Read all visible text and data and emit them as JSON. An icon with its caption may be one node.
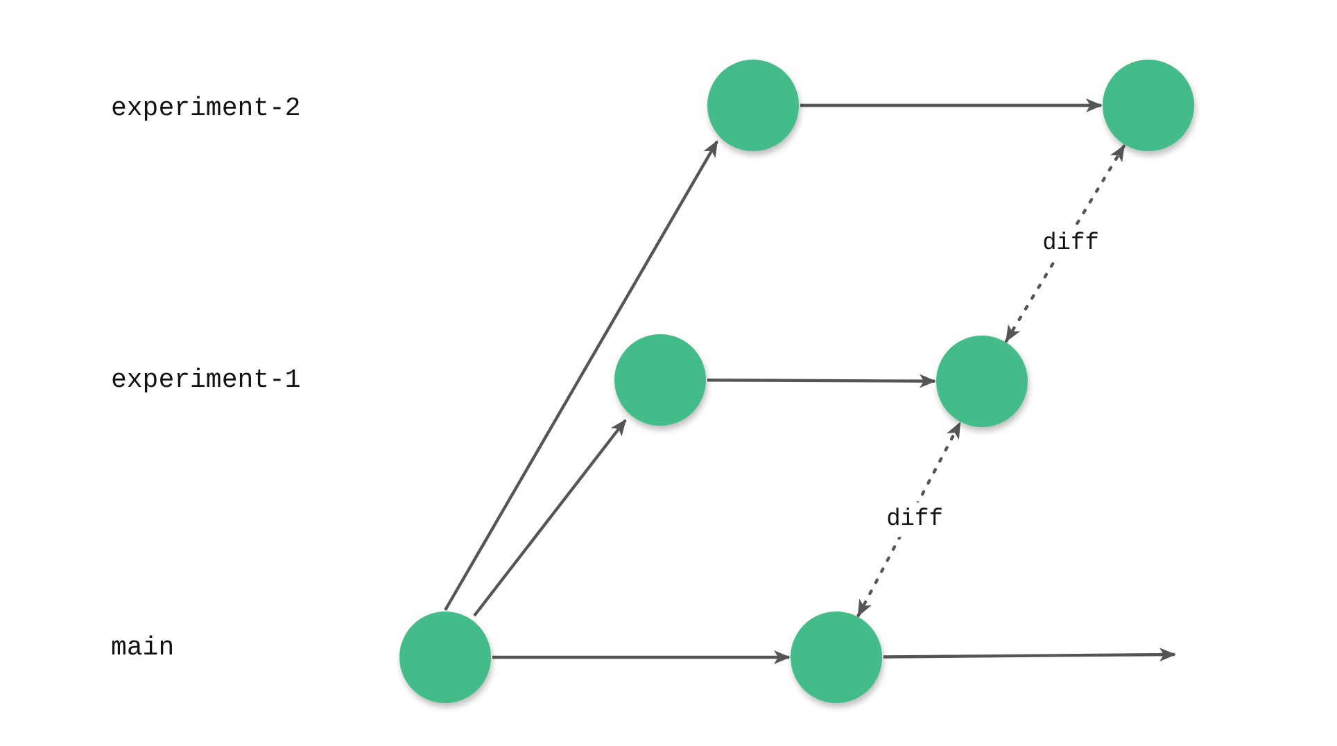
{
  "diagram": {
    "nodes": [
      {
        "text": [],
        "shape": "circle"
      },
      {
        "text": [],
        "shape": "circle"
      },
      {
        "text": [],
        "shape": "circle"
      },
      {
        "text": [],
        "shape": "circle"
      },
      {
        "text": [],
        "shape": "circle"
      },
      {
        "text": [],
        "shape": "circle"
      }
    ],
    "edges": [
      {
        "from": 0,
        "to": 1,
        "arrow": "to"
      },
      {
        "from": 2,
        "to": 3,
        "arrow": "to"
      },
      {
        "from": 4,
        "to": 5,
        "arrow": "to"
      },
      {
        "from": 5,
        "to": null,
        "arrow": "to"
      },
      {
        "from": 4,
        "to": 2,
        "arrow": "to"
      },
      {
        "from": 4,
        "to": 0,
        "arrow": "to"
      },
      {
        "from": 3,
        "to": 1,
        "arrow": "both",
        "label": "diff",
        "style": "dashed"
      },
      {
        "from": 5,
        "to": 3,
        "arrow": "both",
        "label": "diff",
        "style": "dashed"
      }
    ],
    "labels": [
      "experiment-2",
      "experiment-1",
      "main"
    ]
  }
}
